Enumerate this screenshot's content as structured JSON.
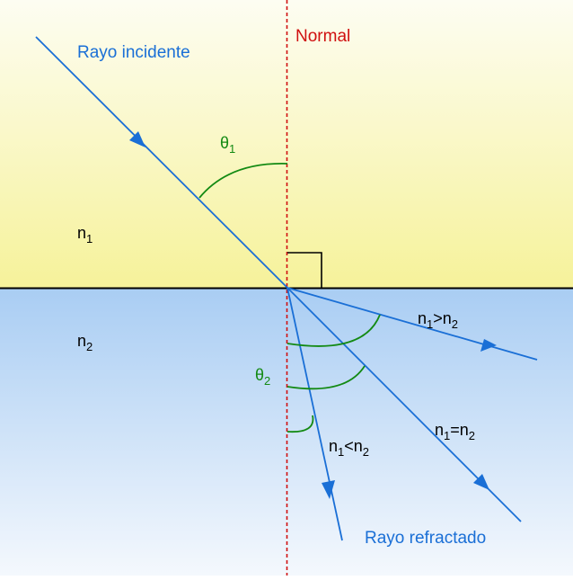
{
  "labels": {
    "normal": "Normal",
    "incident_ray": "Rayo incidente",
    "refracted_ray": "Rayo refractado",
    "theta1": {
      "symbol": "θ",
      "sub": "1"
    },
    "theta2": {
      "symbol": "θ",
      "sub": "2"
    },
    "n1": {
      "base": "n",
      "sub": "1"
    },
    "n2": {
      "base": "n",
      "sub": "2"
    },
    "case_greater": {
      "a": "n",
      "a_sub": "1",
      "op": ">",
      "b": "n",
      "b_sub": "2"
    },
    "case_equal": {
      "a": "n",
      "a_sub": "1",
      "op": "=",
      "b": "n",
      "b_sub": "2"
    },
    "case_less": {
      "a": "n",
      "a_sub": "1",
      "op": "<",
      "b": "n",
      "b_sub": "2"
    }
  },
  "colors": {
    "ray": "#1a6fd6",
    "normal": "#d01010",
    "angle": "#138a13",
    "interface": "#000000",
    "medium1_top": "#fdfdf2",
    "medium1_bottom": "#f6f29a",
    "medium2_top": "#a9cdf3",
    "medium2_bottom": "#f4f8fd",
    "text": "#000000"
  }
}
